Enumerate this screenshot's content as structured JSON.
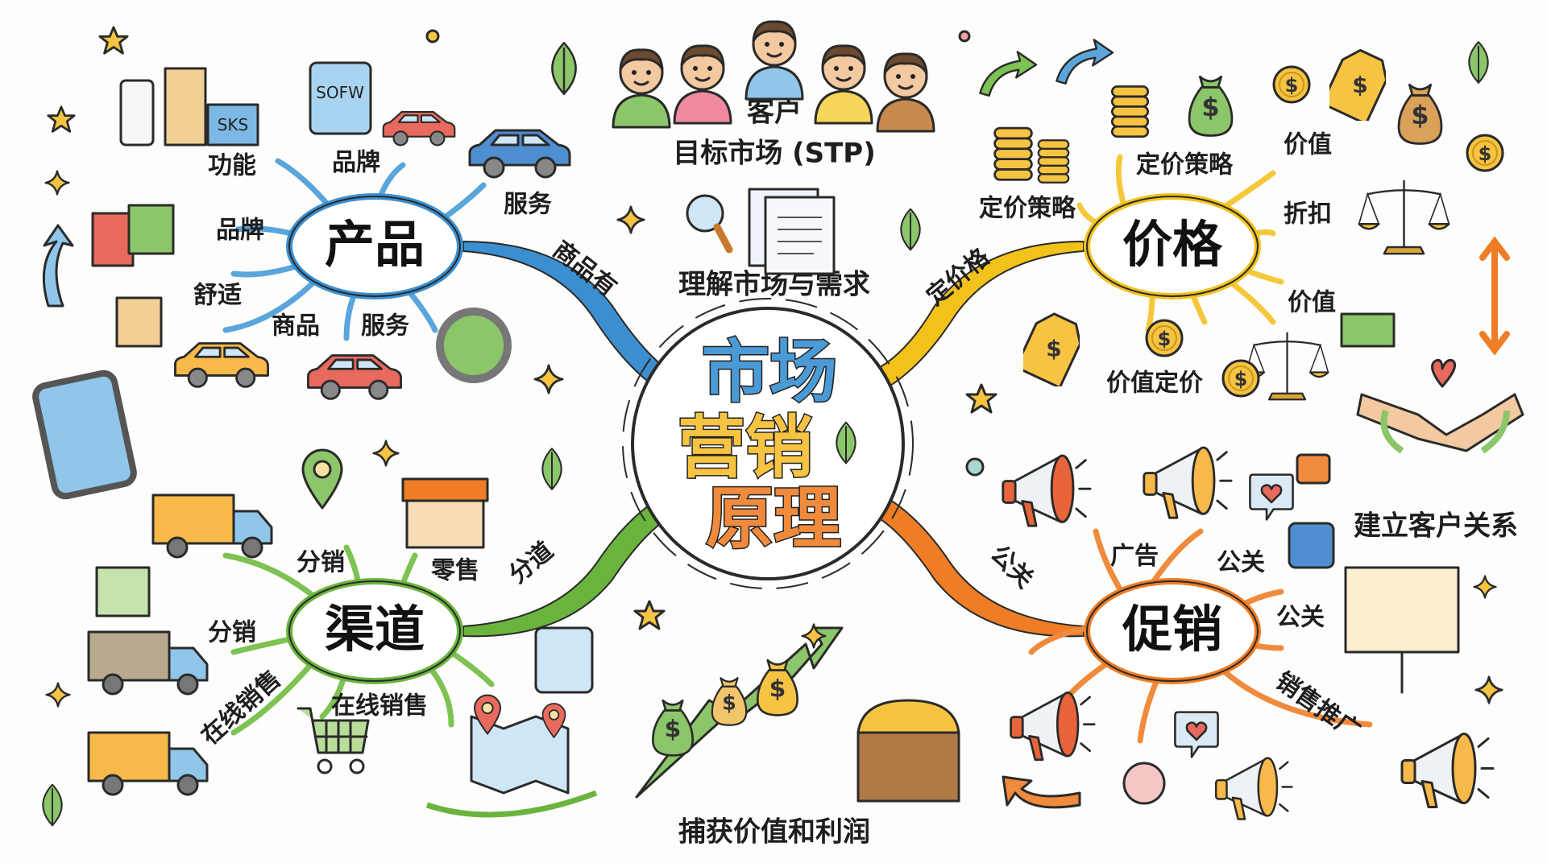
{
  "center": {
    "line1": "市场",
    "line2": "营销",
    "line3": "原理"
  },
  "top": {
    "customers": "客户",
    "target_market": "目标市场 (STP)",
    "understand": "理解市场与需求",
    "tablet_text": "SOFW",
    "box_text": "SKS"
  },
  "bottom": {
    "capture": "捕获价值和利润"
  },
  "right": {
    "relationship": "建立客户关系"
  },
  "colors": {
    "product": "#3b8fd0",
    "price": "#f2c21b",
    "place": "#6ab43e",
    "promotion": "#ef7d26",
    "center_blue": "#4a9ad6",
    "center_yellow": "#f6c342",
    "center_orange": "#f08a3c"
  },
  "product": {
    "hub": "产品",
    "branch": "商品有",
    "labels": [
      "功能",
      "品牌",
      "服务",
      "品牌",
      "舒适",
      "商品",
      "服务"
    ]
  },
  "price": {
    "hub": "价格",
    "branch": "定价格",
    "labels": [
      "定价策略",
      "定价策略",
      "价值",
      "折扣",
      "价值",
      "价值定价"
    ]
  },
  "place": {
    "hub": "渠道",
    "branch": "分道",
    "labels": [
      "分销",
      "零售",
      "分销",
      "在线销售",
      "在线销售"
    ]
  },
  "promotion": {
    "hub": "促销",
    "branch": "公关",
    "labels": [
      "广告",
      "公关",
      "公关",
      "销售推广"
    ]
  }
}
